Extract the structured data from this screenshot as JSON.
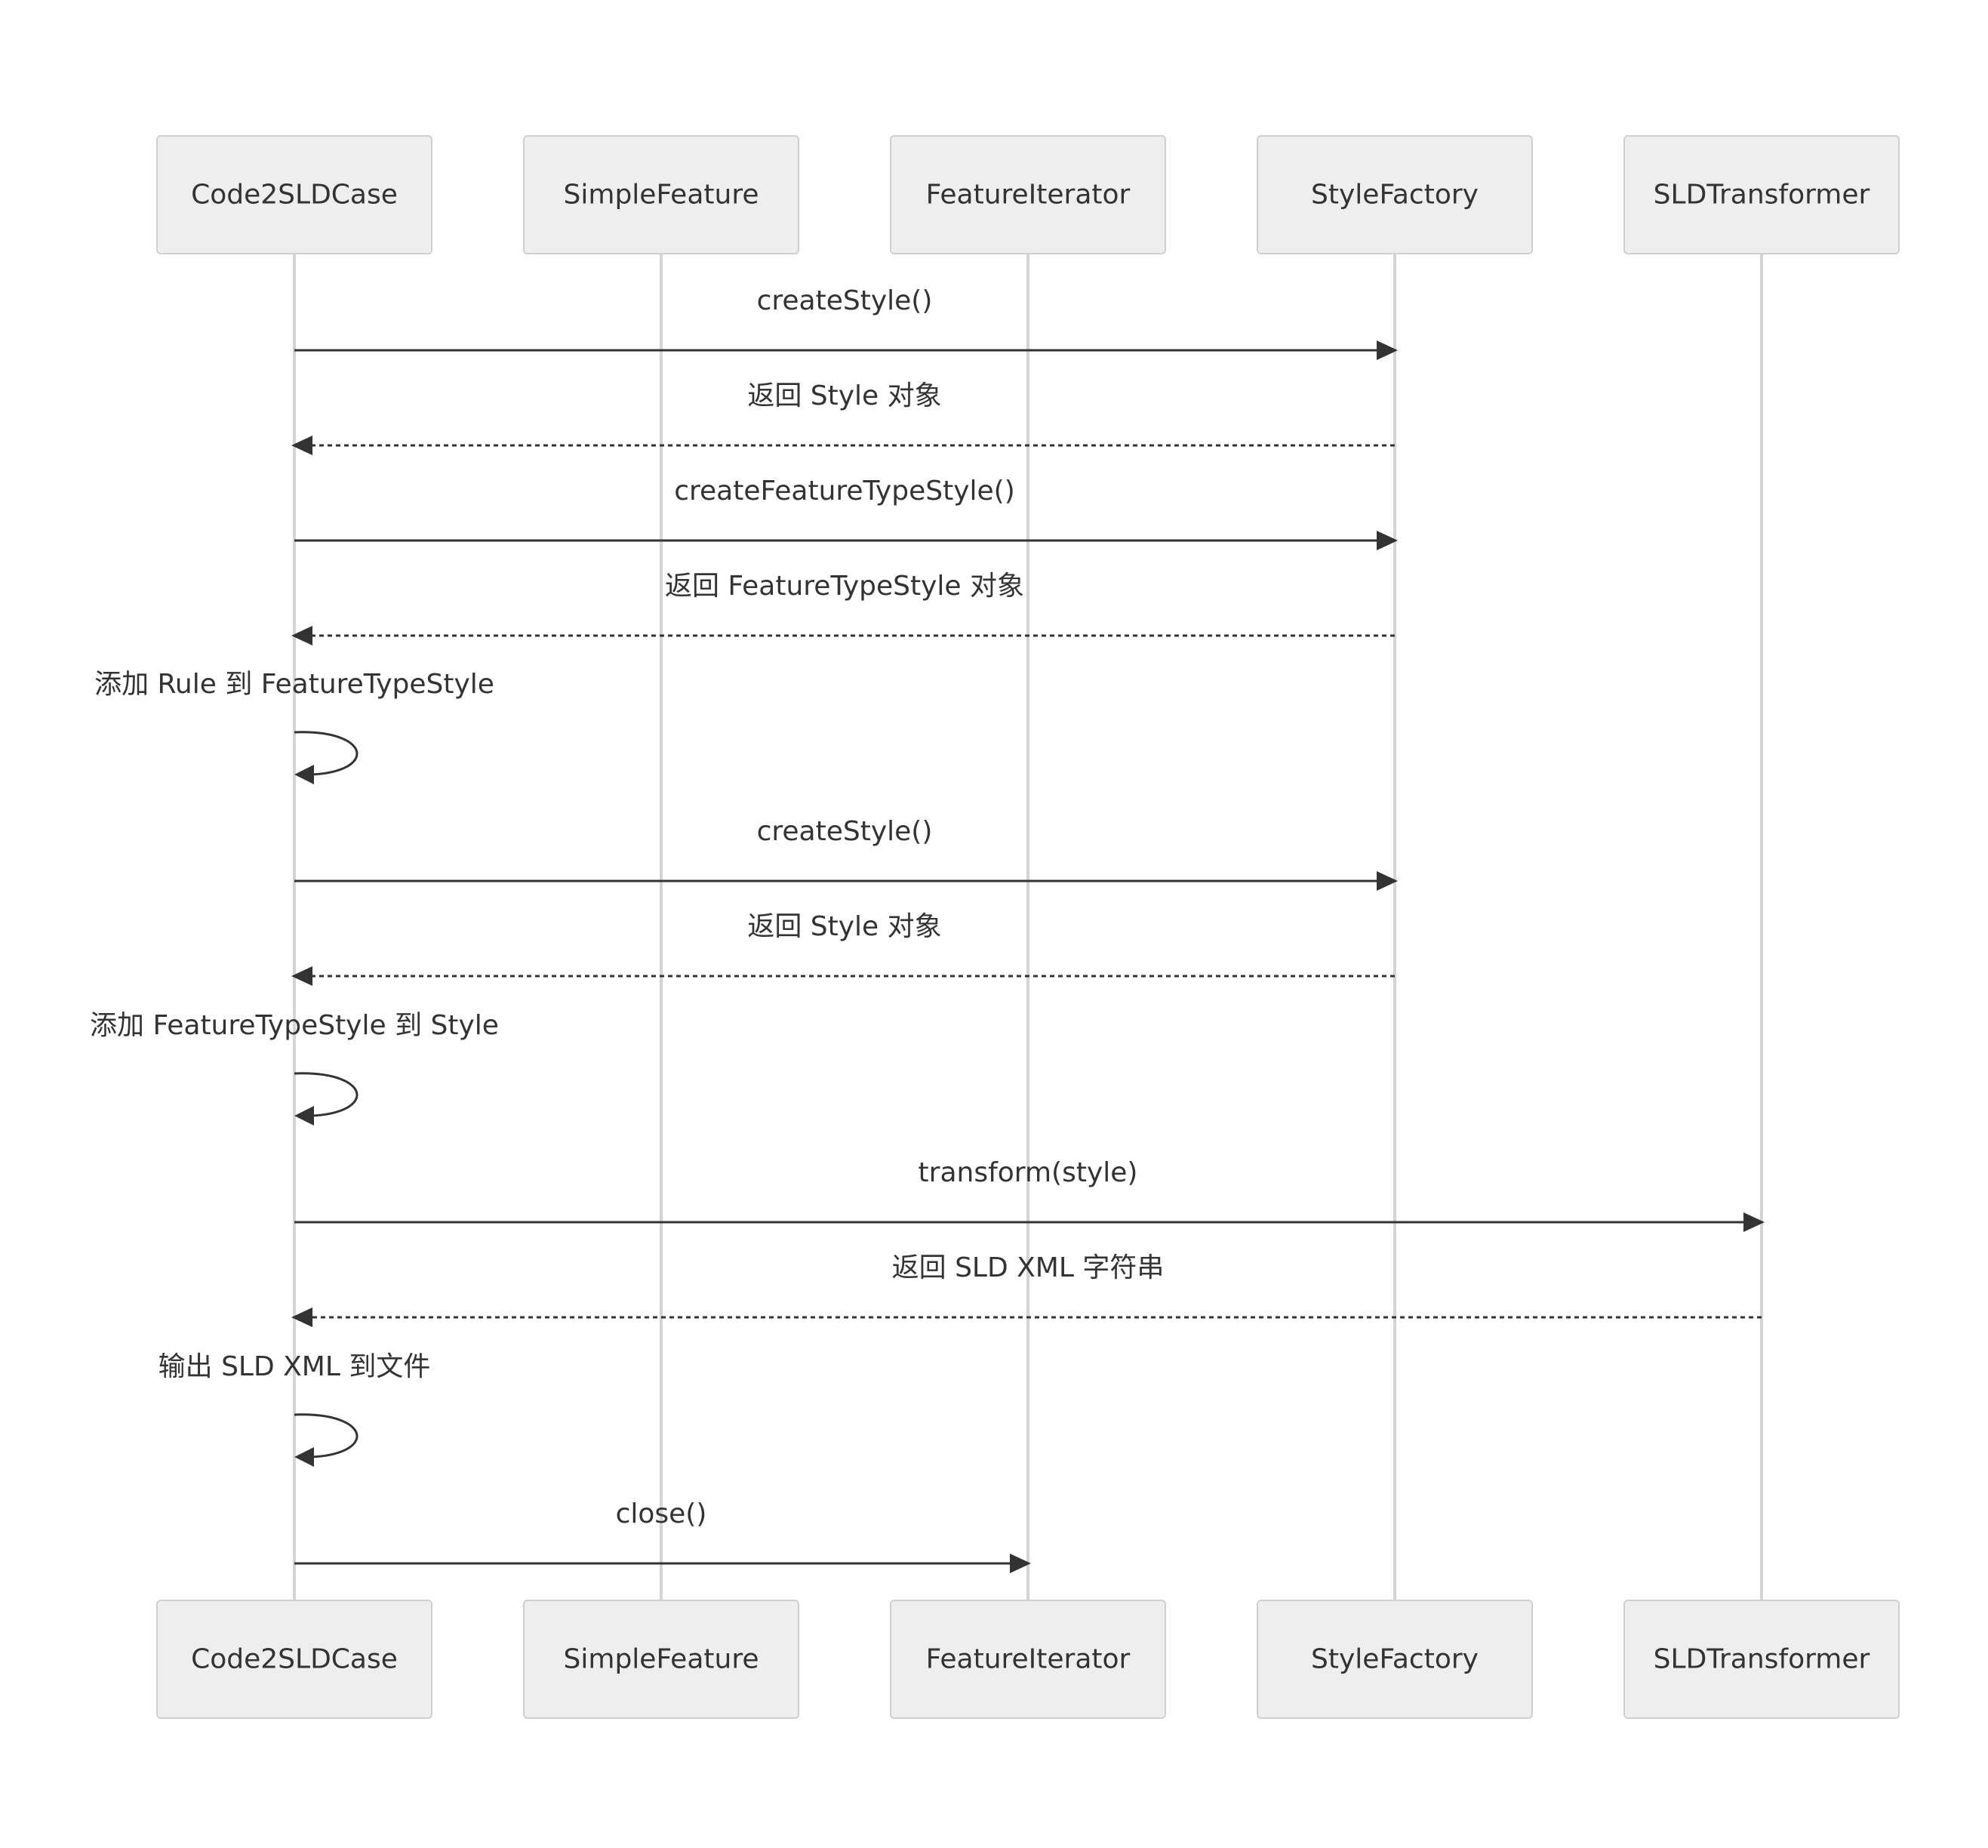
{
  "participants": [
    {
      "id": "code2sld",
      "name": "Code2SLDCase"
    },
    {
      "id": "simplefeature",
      "name": "SimpleFeature"
    },
    {
      "id": "featureiterator",
      "name": "FeatureIterator"
    },
    {
      "id": "stylefactory",
      "name": "StyleFactory"
    },
    {
      "id": "sldtransformer",
      "name": "SLDTransformer"
    }
  ],
  "messages": [
    {
      "from": 0,
      "to": 3,
      "label": "createStyle()",
      "style": "solid"
    },
    {
      "from": 3,
      "to": 0,
      "label": "返回 Style 对象",
      "style": "dashed"
    },
    {
      "from": 0,
      "to": 3,
      "label": "createFeatureTypeStyle()",
      "style": "solid"
    },
    {
      "from": 3,
      "to": 0,
      "label": "返回 FeatureTypeStyle 对象",
      "style": "dashed"
    },
    {
      "from": 0,
      "to": 0,
      "label": "添加 Rule 到 FeatureTypeStyle",
      "style": "self"
    },
    {
      "from": 0,
      "to": 3,
      "label": "createStyle()",
      "style": "solid"
    },
    {
      "from": 3,
      "to": 0,
      "label": "返回 Style 对象",
      "style": "dashed"
    },
    {
      "from": 0,
      "to": 0,
      "label": "添加 FeatureTypeStyle 到 Style",
      "style": "self"
    },
    {
      "from": 0,
      "to": 4,
      "label": "transform(style)",
      "style": "solid"
    },
    {
      "from": 4,
      "to": 0,
      "label": "返回 SLD XML 字符串",
      "style": "dashed"
    },
    {
      "from": 0,
      "to": 0,
      "label": "输出 SLD XML 到文件",
      "style": "self"
    },
    {
      "from": 0,
      "to": 2,
      "label": "close()",
      "style": "solid"
    }
  ]
}
